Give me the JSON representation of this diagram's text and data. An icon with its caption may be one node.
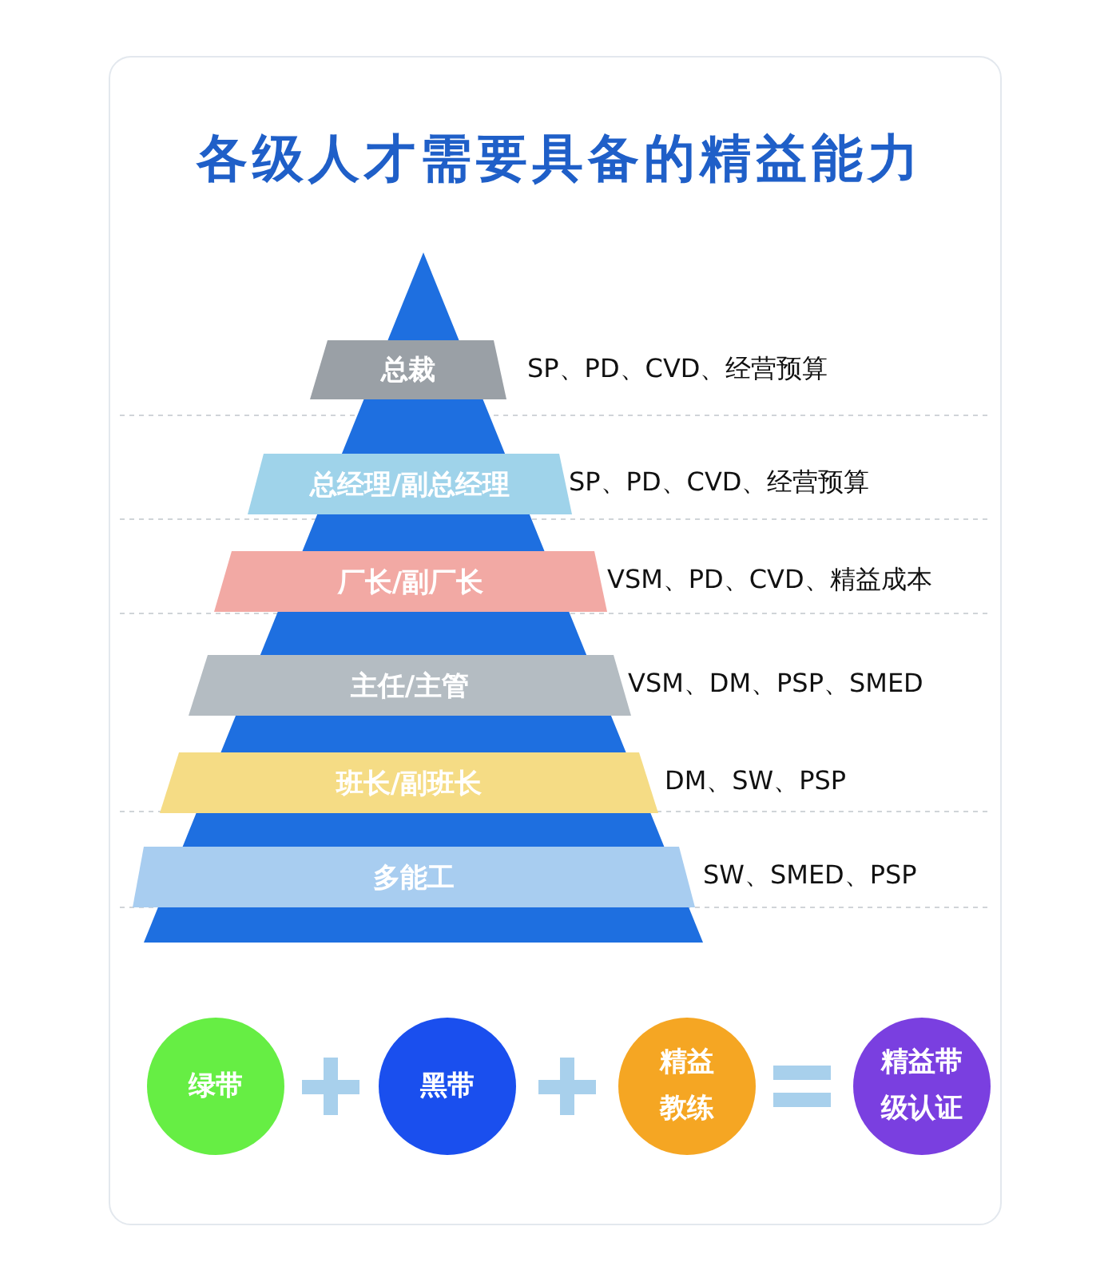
{
  "diagram": {
    "title": "各级人才需要具备的精益能力",
    "nodes": [
      {
        "text": [
          "总裁"
        ],
        "beside": [
          "SP、PD、CVD、经营预算"
        ]
      },
      {
        "text": [
          "总经理/副总经理"
        ],
        "beside": [
          "SP、PD、CVD、经营预算"
        ]
      },
      {
        "text": [
          "厂长/副厂长"
        ],
        "beside": [
          "VSM、PD、CVD、精益成本"
        ]
      },
      {
        "text": [
          "主任/主管"
        ],
        "beside": [
          "VSM、DM、PSP、SMED"
        ]
      },
      {
        "text": [
          "班长/副班长"
        ],
        "beside": [
          "DM、SW、PSP"
        ]
      },
      {
        "text": [
          "多能工"
        ],
        "beside": [
          "SW、SMED、PSP"
        ]
      },
      {
        "text": [
          "绿带"
        ]
      },
      {
        "text": [
          "黑带"
        ]
      },
      {
        "text": [
          "精益教练"
        ]
      },
      {
        "text": [
          "精益带级认证"
        ]
      }
    ],
    "edges": []
  }
}
